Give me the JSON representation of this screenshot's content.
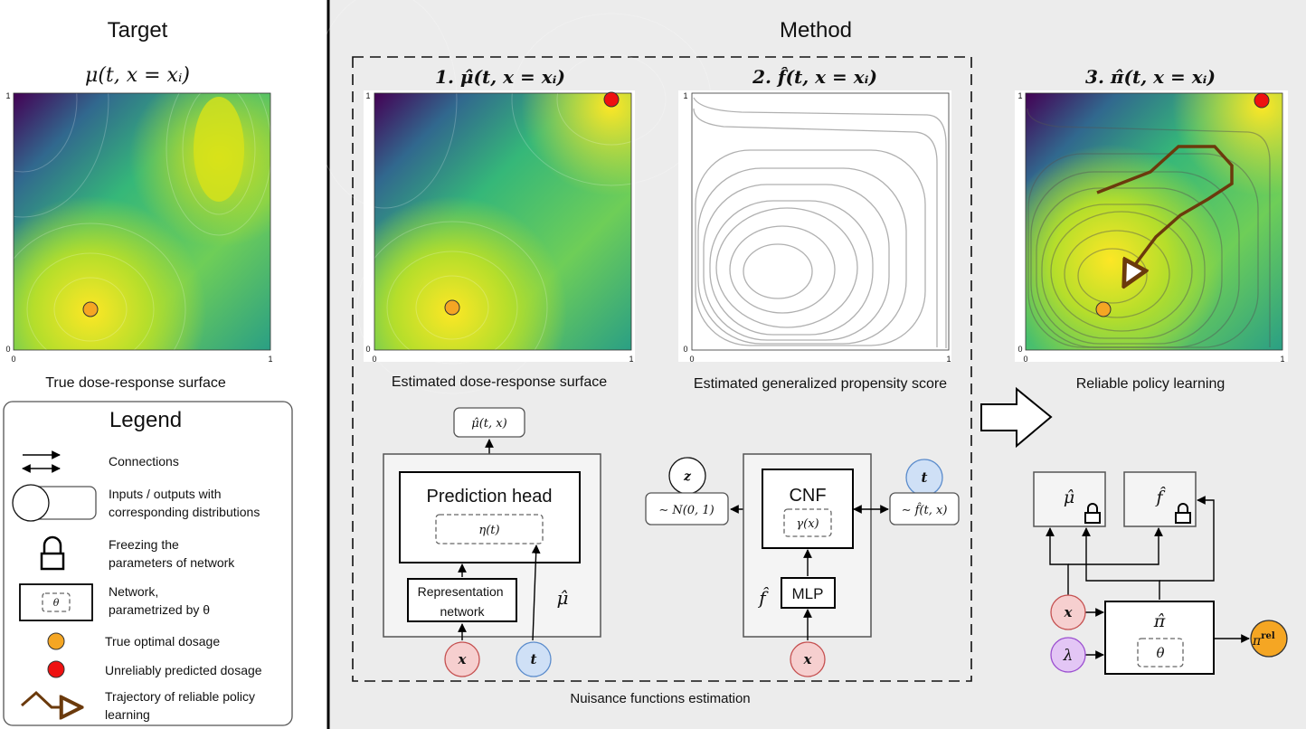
{
  "target": {
    "heading": "Target",
    "plot_title": "μ(t, x = xᵢ)",
    "caption": "True dose-response surface",
    "axis": {
      "x0": "0",
      "x1": "1",
      "y0": "0",
      "y1": "1"
    }
  },
  "legend": {
    "heading": "Legend",
    "items": [
      {
        "label": "Connections"
      },
      {
        "label": "Inputs / outputs with corresponding distributions"
      },
      {
        "label": "Freezing the parameters of network"
      },
      {
        "label": "Network, parametrized by θ",
        "glyph": "θ"
      },
      {
        "label": "True optimal dosage"
      },
      {
        "label": "Unreliably predicted dosage"
      },
      {
        "label": "Trajectory of reliable policy learning"
      }
    ],
    "lines": {
      "connections": [
        "Connections"
      ],
      "inputs": [
        "Inputs / outputs with",
        "corresponding distributions"
      ],
      "freezing": [
        "Freezing the",
        "parameters of network"
      ],
      "network": [
        "Network,",
        "parametrized by θ"
      ],
      "optimal": [
        "True optimal dosage"
      ],
      "unreliable": [
        "Unreliably predicted dosage"
      ],
      "trajectory": [
        "Trajectory of reliable policy",
        "learning"
      ]
    }
  },
  "method": {
    "heading": "Method",
    "nuisance_caption": "Nuisance functions estimation",
    "panel1": {
      "title": "1.  μ̂(t, x = xᵢ)",
      "caption": "Estimated dose-response surface"
    },
    "panel2": {
      "title": "2.  f̂(t, x = xᵢ)",
      "caption": "Estimated generalized propensity score"
    },
    "panel3": {
      "title": "3.  π̂(t, x = xᵢ)",
      "caption": "Reliable policy learning"
    },
    "axis": {
      "x0": "0",
      "x1": "1",
      "y0": "0",
      "y1": "1"
    },
    "mu_net": {
      "output": "μ̂(t, x)",
      "head": "Prediction head",
      "eta": "η(t)",
      "rep": [
        "Representation",
        "network"
      ],
      "symbol": "μ̂",
      "in_x": "x",
      "in_t": "t"
    },
    "f_net": {
      "z": "z",
      "z_dist": "∼ N(0, 1)",
      "cnf": "CNF",
      "gamma": "γ(x)",
      "t": "t",
      "t_dist": "∼ f̂(t, x)",
      "mlp": "MLP",
      "symbol": "f̂",
      "in_x": "x"
    },
    "pi_net": {
      "mu_box": "μ̂",
      "f_box": "f̂",
      "pi": "π̂",
      "theta": "θ",
      "in_x": "x",
      "in_lambda": "λ",
      "output": "π",
      "output_sup": "rel"
    }
  },
  "colors": {
    "optimal": "#f5a623",
    "unreliable": "#ee1111",
    "trajectory": "#6b3a0c",
    "input_x_fill": "#f6cfcf",
    "input_x_stroke": "#c55050",
    "input_t_fill": "#cfe0f6",
    "input_t_stroke": "#5b8ccc",
    "input_lambda_fill": "#e3c6f5",
    "input_lambda_stroke": "#9b4fd0",
    "method_bg": "#ececec",
    "viridis_dark": "#440154",
    "viridis_mid": "#21918c",
    "viridis_bright": "#fde725"
  },
  "icons": [
    "lock-icon",
    "arrow-right-icon",
    "connection-arrows-icon",
    "trajectory-arrow-icon"
  ]
}
